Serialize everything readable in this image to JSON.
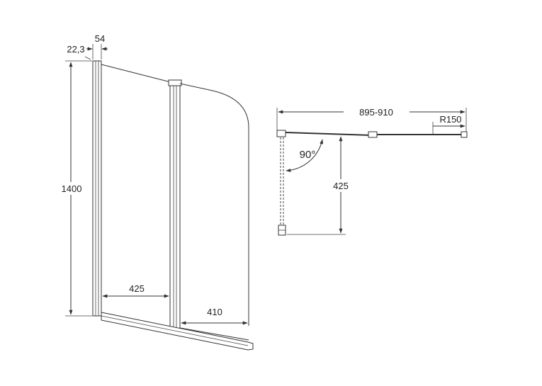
{
  "front_view": {
    "dimensions": {
      "height": "1400",
      "profile_offset": "22,3",
      "profile_depth": "54",
      "fixed_panel_width": "425",
      "swing_panel_width": "410"
    }
  },
  "top_view": {
    "dimensions": {
      "total_width": "895-910",
      "radius": "R150",
      "panel_depth": "425",
      "rotation_angle": "90°"
    }
  }
}
